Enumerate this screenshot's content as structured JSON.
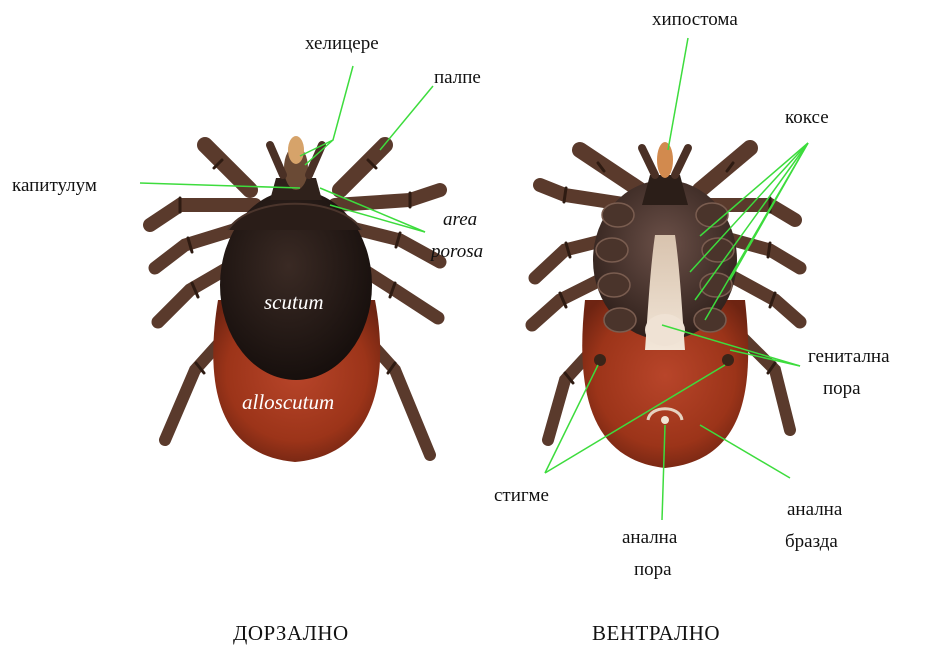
{
  "labels": {
    "heliceri": "хелицере",
    "palpe": "палпе",
    "kapitulum": "капитулум",
    "area": "area",
    "porosa": "porosa",
    "scutum": "scutum",
    "alloscutum": "alloscutum",
    "hipostoma": "хипостома",
    "kokse": "коксе",
    "genitalna_1": "генитална",
    "genitalna_2": "пора",
    "stigme": "стигме",
    "analna_pora_1": "анална",
    "analna_pora_2": "пора",
    "analna_brazda_1": "анална",
    "analna_brazda_2": "бразда"
  },
  "captions": {
    "dorsal": "ДОРЗАЛНО",
    "ventral": "ВЕНТРАЛНО"
  },
  "colors": {
    "leader_line": "#3ddc3d",
    "leg": "#5a3a2c",
    "leg_dark": "#3a2318",
    "scutum": "#1e1512",
    "body": "#a83a1f",
    "body_dark": "#7d2a16",
    "ventral_pale": "#e8d6c4"
  }
}
